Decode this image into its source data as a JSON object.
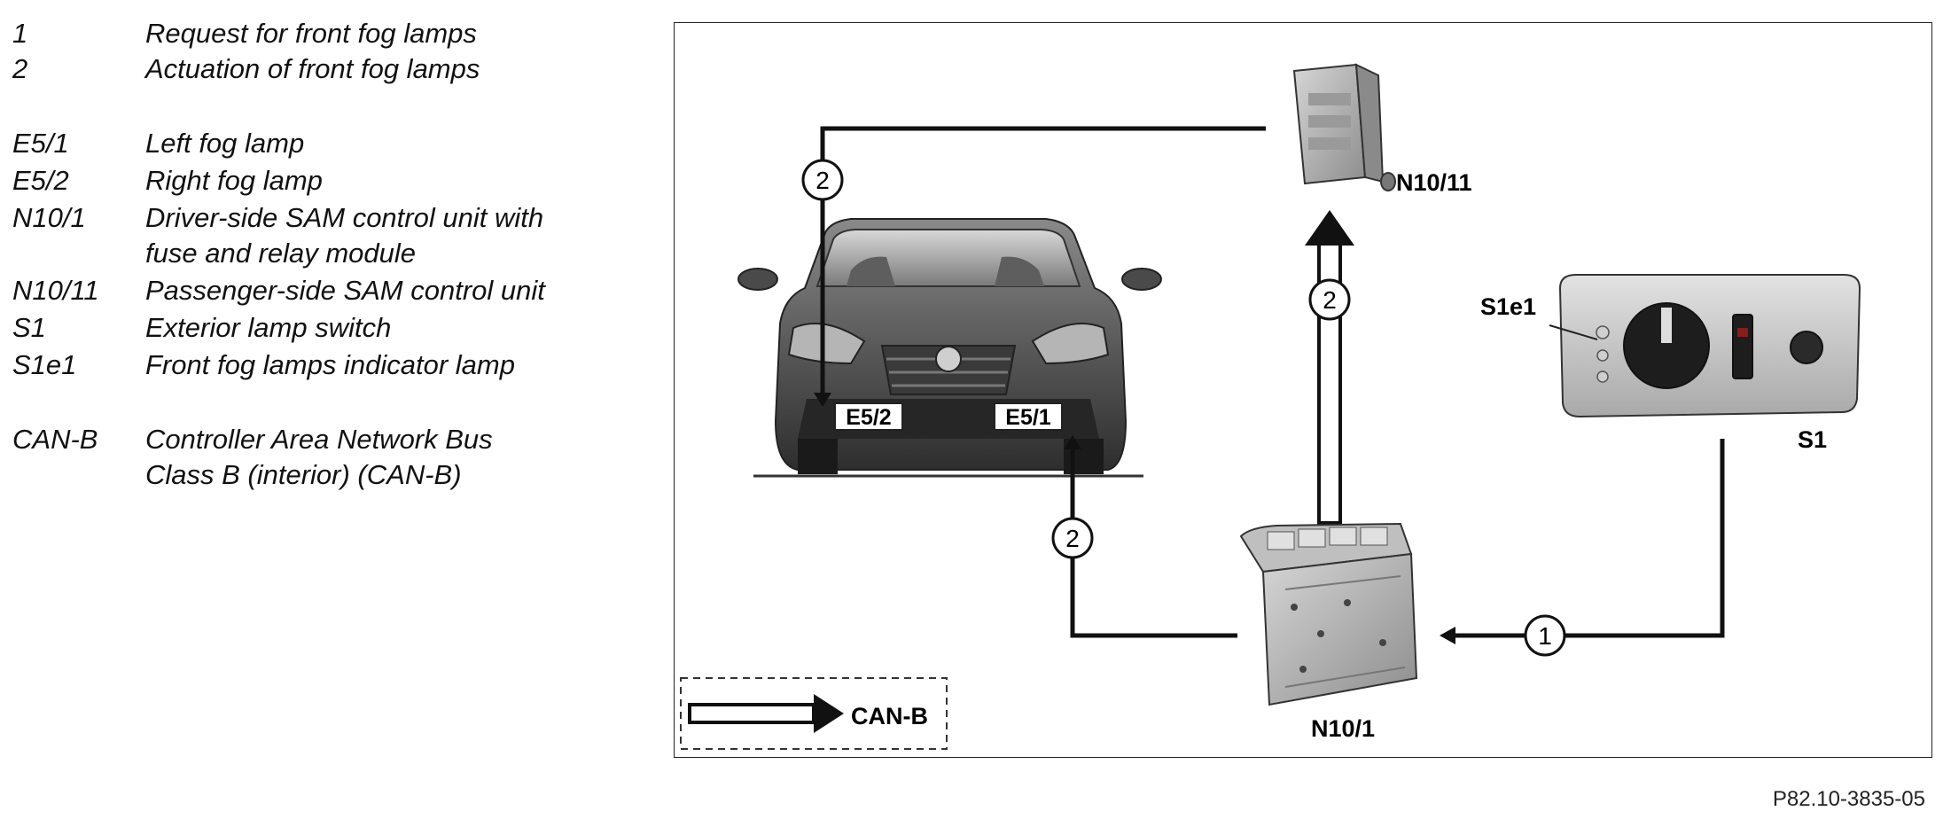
{
  "legend": [
    {
      "key": "1",
      "desc": "Request for front fog lamps"
    },
    {
      "key": "2",
      "desc": "Actuation of front fog lamps"
    },
    {
      "key": "E5/1",
      "desc": "Left fog lamp"
    },
    {
      "key": "E5/2",
      "desc": "Right fog lamp"
    },
    {
      "key": "N10/1",
      "desc": "Driver-side SAM control unit with"
    },
    {
      "key": "",
      "desc": "fuse and relay module"
    },
    {
      "key": "N10/11",
      "desc": "Passenger-side SAM control unit"
    },
    {
      "key": "S1",
      "desc": "Exterior lamp switch"
    },
    {
      "key": "S1e1",
      "desc": "Front fog lamps indicator lamp"
    },
    {
      "key": "CAN-B",
      "desc": "Controller Area Network Bus"
    },
    {
      "key": "",
      "desc": "Class B (interior) (CAN-B)"
    }
  ],
  "diagram": {
    "labels": {
      "n10_11": "N10/11",
      "n10_1": "N10/1",
      "s1": "S1",
      "s1e1": "S1e1",
      "e5_2": "E5/2",
      "e5_1": "E5/1",
      "can_b": "CAN-B"
    },
    "markers": {
      "request": "1",
      "actuation_top": "2",
      "actuation_center": "2",
      "actuation_bottom": "2"
    }
  },
  "figure_id": "P82.10-3835-05"
}
